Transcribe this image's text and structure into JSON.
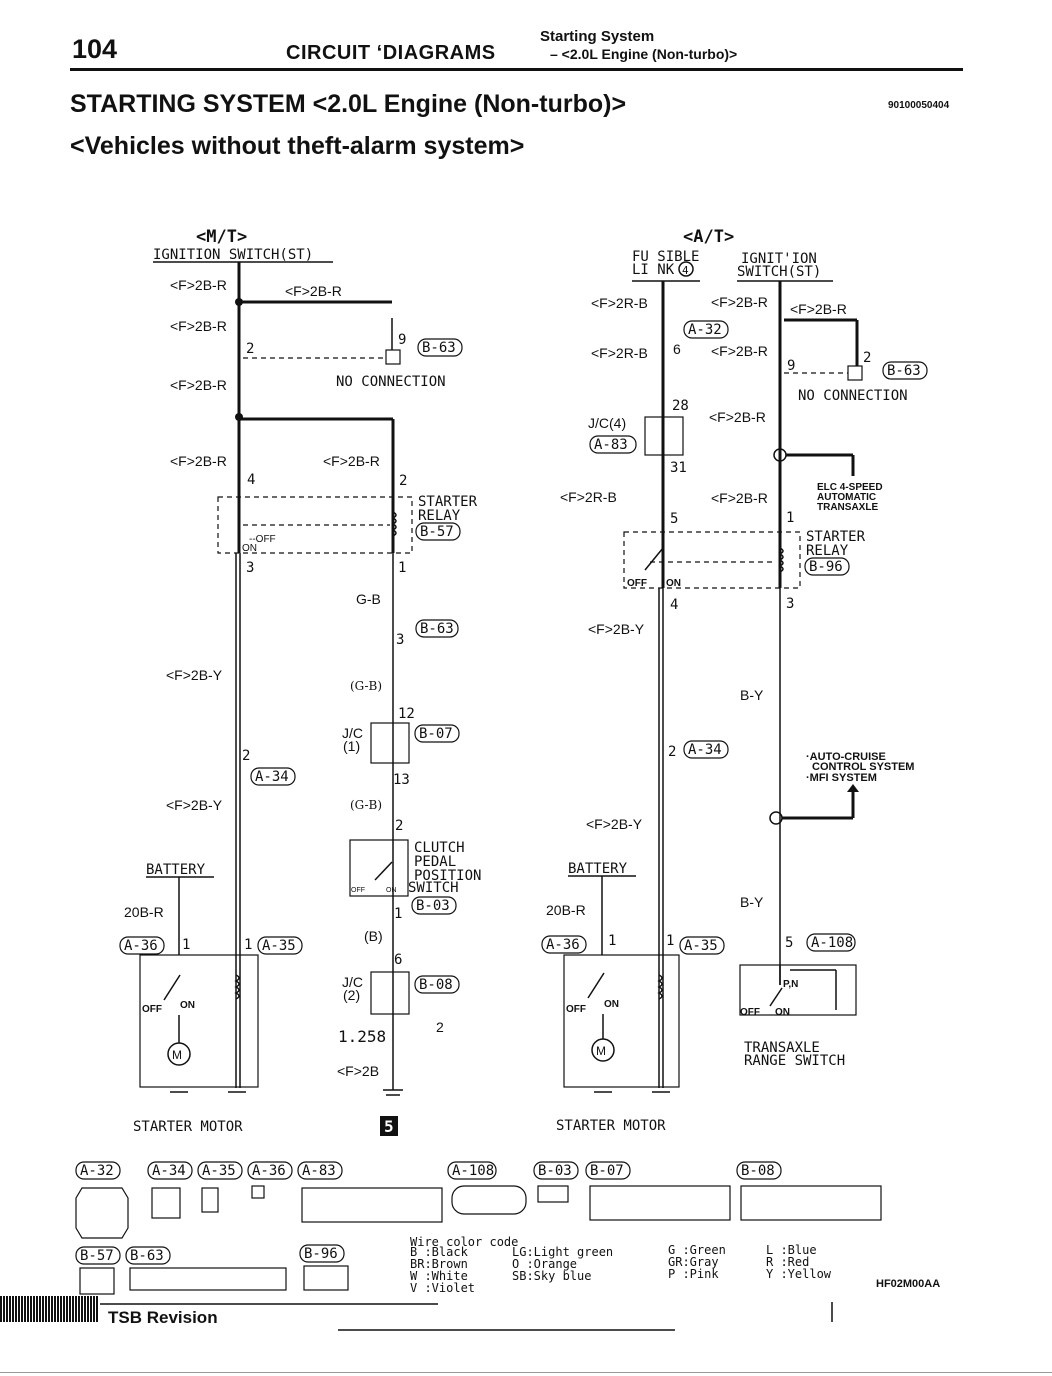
{
  "header": {
    "page_number": "104",
    "section": "CIRCUIT ‘DIAGRAMS",
    "subsection_line1": "Starting System",
    "subsection_line2": "– <2.0L Engine (Non-turbo)>"
  },
  "title": {
    "line1": "STARTING SYSTEM <2.0L Engine (Non-turbo)>",
    "line2": "<Vehicles without theft-alarm system>",
    "doc_code": "90100050404"
  },
  "mt": {
    "heading": "<M/T>",
    "ignition_switch": "IGNITION SWITCH(ST)",
    "w1": "<F>2B-R",
    "w1b": "<F>2B-R",
    "w2": "<F>2B-R",
    "w3": "<F>2B-R",
    "w4": "<F>2B-R",
    "w5": "<F>2B-R",
    "no_connection": "NO CONNECTION",
    "b63_top": "B-63",
    "b63_pin2": "2",
    "b63_pin9": "9",
    "starter_relay_1": "STARTER",
    "starter_relay_2": "RELAY",
    "b57": "B-57",
    "relay_off": "--OFF",
    "relay_on": "ON",
    "pin4": "4",
    "pin2": "2",
    "pin3": "3",
    "pin1": "1",
    "gb": "G-B",
    "b63_mid": "B-63",
    "pin3b": "3",
    "gb_paren1": "(G-B)",
    "jc1_a": "J/C",
    "jc1_b": "(1)",
    "b07": "B-07",
    "pin12": "12",
    "pin13": "13",
    "gb_paren2": "(G-B)",
    "pin2b": "2",
    "clutch_1": "CLUTCH",
    "clutch_2": "PEDAL",
    "clutch_3": "POSITION",
    "clutch_4": "SWITCH",
    "sw_off": "OFF",
    "sw_on": "ON",
    "b03": "B-03",
    "pin1b": "1",
    "b_paren": "(B)",
    "pin6": "6",
    "jc2_a": "J/C",
    "jc2_b": "(2)",
    "b08": "B-08",
    "size": "1.258",
    "two": "2",
    "f2b": "<F>2B",
    "ground_ref": "5",
    "w_2by": "<F>2B-Y",
    "w_2by2": "<F>2B-Y",
    "a34": "A-34",
    "pin2c": "2",
    "battery": "BATTERY",
    "w20br": "20B-R",
    "a36": "A-36",
    "a35": "A-35",
    "pin1c": "1",
    "pin1d": "1",
    "motor_off": "OFF",
    "motor_on": "ON",
    "starter_motor": "STARTER MOTOR"
  },
  "at": {
    "heading": "<A/T>",
    "fusible_1": "FU SIBLE",
    "fusible_2": "LI NK",
    "fusible_no": "4",
    "ign_1": "IGNIT'ION",
    "ign_2": "SWITCH(ST)",
    "w_2rb": "<F>2R-B",
    "w_2rb2": "<F>2R-B",
    "w_2rb3": "<F>2R-B",
    "w_2br1": "<F>2B-R",
    "w_2br2": "<F>2B-R",
    "w_2br3": "<F>2B-R",
    "w_2br4": "<F>2B-R",
    "w_2br5": "<F>2B-R",
    "a32": "A-32",
    "pin6": "6",
    "pin9": "9",
    "pin2": "2",
    "b63": "B-63",
    "no_connection": "NO CONNECTION",
    "pin28": "28",
    "pin31": "31",
    "jc4": "J/C(4)",
    "a83": "A-83",
    "elc_1": "ELC 4-SPEED",
    "elc_2": "AUTOMATIC",
    "elc_3": "TRANSAXLE",
    "pin5": "5",
    "pin1": "1",
    "starter_relay_1": "STARTER",
    "starter_relay_2": "RELAY",
    "b96": "B-96",
    "relay_off": "OFF",
    "relay_on": "ON",
    "pin4": "4",
    "pin3": "3",
    "w_2by": "<F>2B-Y",
    "w_by": "B-Y",
    "a34": "A-34",
    "pin2b": "2",
    "auto_1": "·AUTO-CRUISE",
    "auto_2": "CONTROL SYSTEM",
    "auto_3": "·MFI SYSTEM",
    "w_2by2": "<F>2B-Y",
    "battery": "BATTERY",
    "w20br": "20B-R",
    "w_by2": "B-Y",
    "a36": "A-36",
    "a35": "A-35",
    "a108": "A-108",
    "pin1c": "1",
    "pin1d": "1",
    "pin5b": "5",
    "pn": "P,N",
    "tr_off": "OFF",
    "tr_on": "ON",
    "motor_off": "OFF",
    "motor_on": "ON",
    "transaxle_1": "TRANSAXLE",
    "transaxle_2": "RANGE SWITCH",
    "starter_motor": "STARTER MOTOR"
  },
  "connectors": {
    "a32": "A-32",
    "a34": "A-34",
    "a35": "A-35",
    "a36": "A-36",
    "a83": "A-83",
    "a108": "A-108",
    "b03": "B-03",
    "b07": "B-07",
    "b08": "B-08",
    "b57": "B-57",
    "b63": "B-63",
    "b96": "B-96"
  },
  "wire_colors": {
    "title": "Wire color code",
    "col1": [
      "B :Black",
      "BR:Brown",
      "W :White",
      "V :Violet"
    ],
    "col2": [
      "LG:Light green",
      "O :Orange",
      "SB:Sky blue"
    ],
    "col3": [
      "G :Green",
      "GR:Gray",
      "P :Pink"
    ],
    "col4": [
      "L :Blue",
      "R :Red",
      "Y :Yellow"
    ]
  },
  "footer": {
    "fig_code": "HF02M00AA",
    "tsb": "TSB Revision"
  }
}
